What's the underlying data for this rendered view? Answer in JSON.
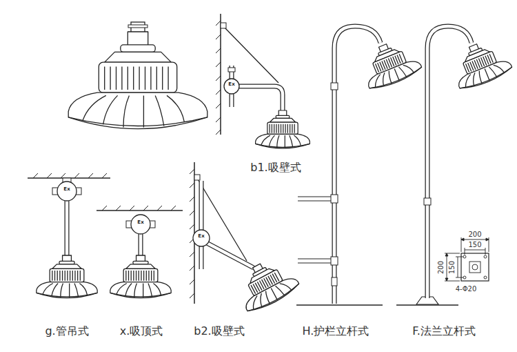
{
  "diagram": {
    "labels": [
      "b1.吸壁式",
      "g.管吊式",
      "x.吸顶式",
      "b2.吸壁式",
      "H.护栏立杆式",
      "F.法兰立杆式",
      "200",
      "150",
      "200",
      "150",
      "4-Φ20",
      "Ex",
      "Ex",
      "Ex",
      "Ex"
    ]
  }
}
